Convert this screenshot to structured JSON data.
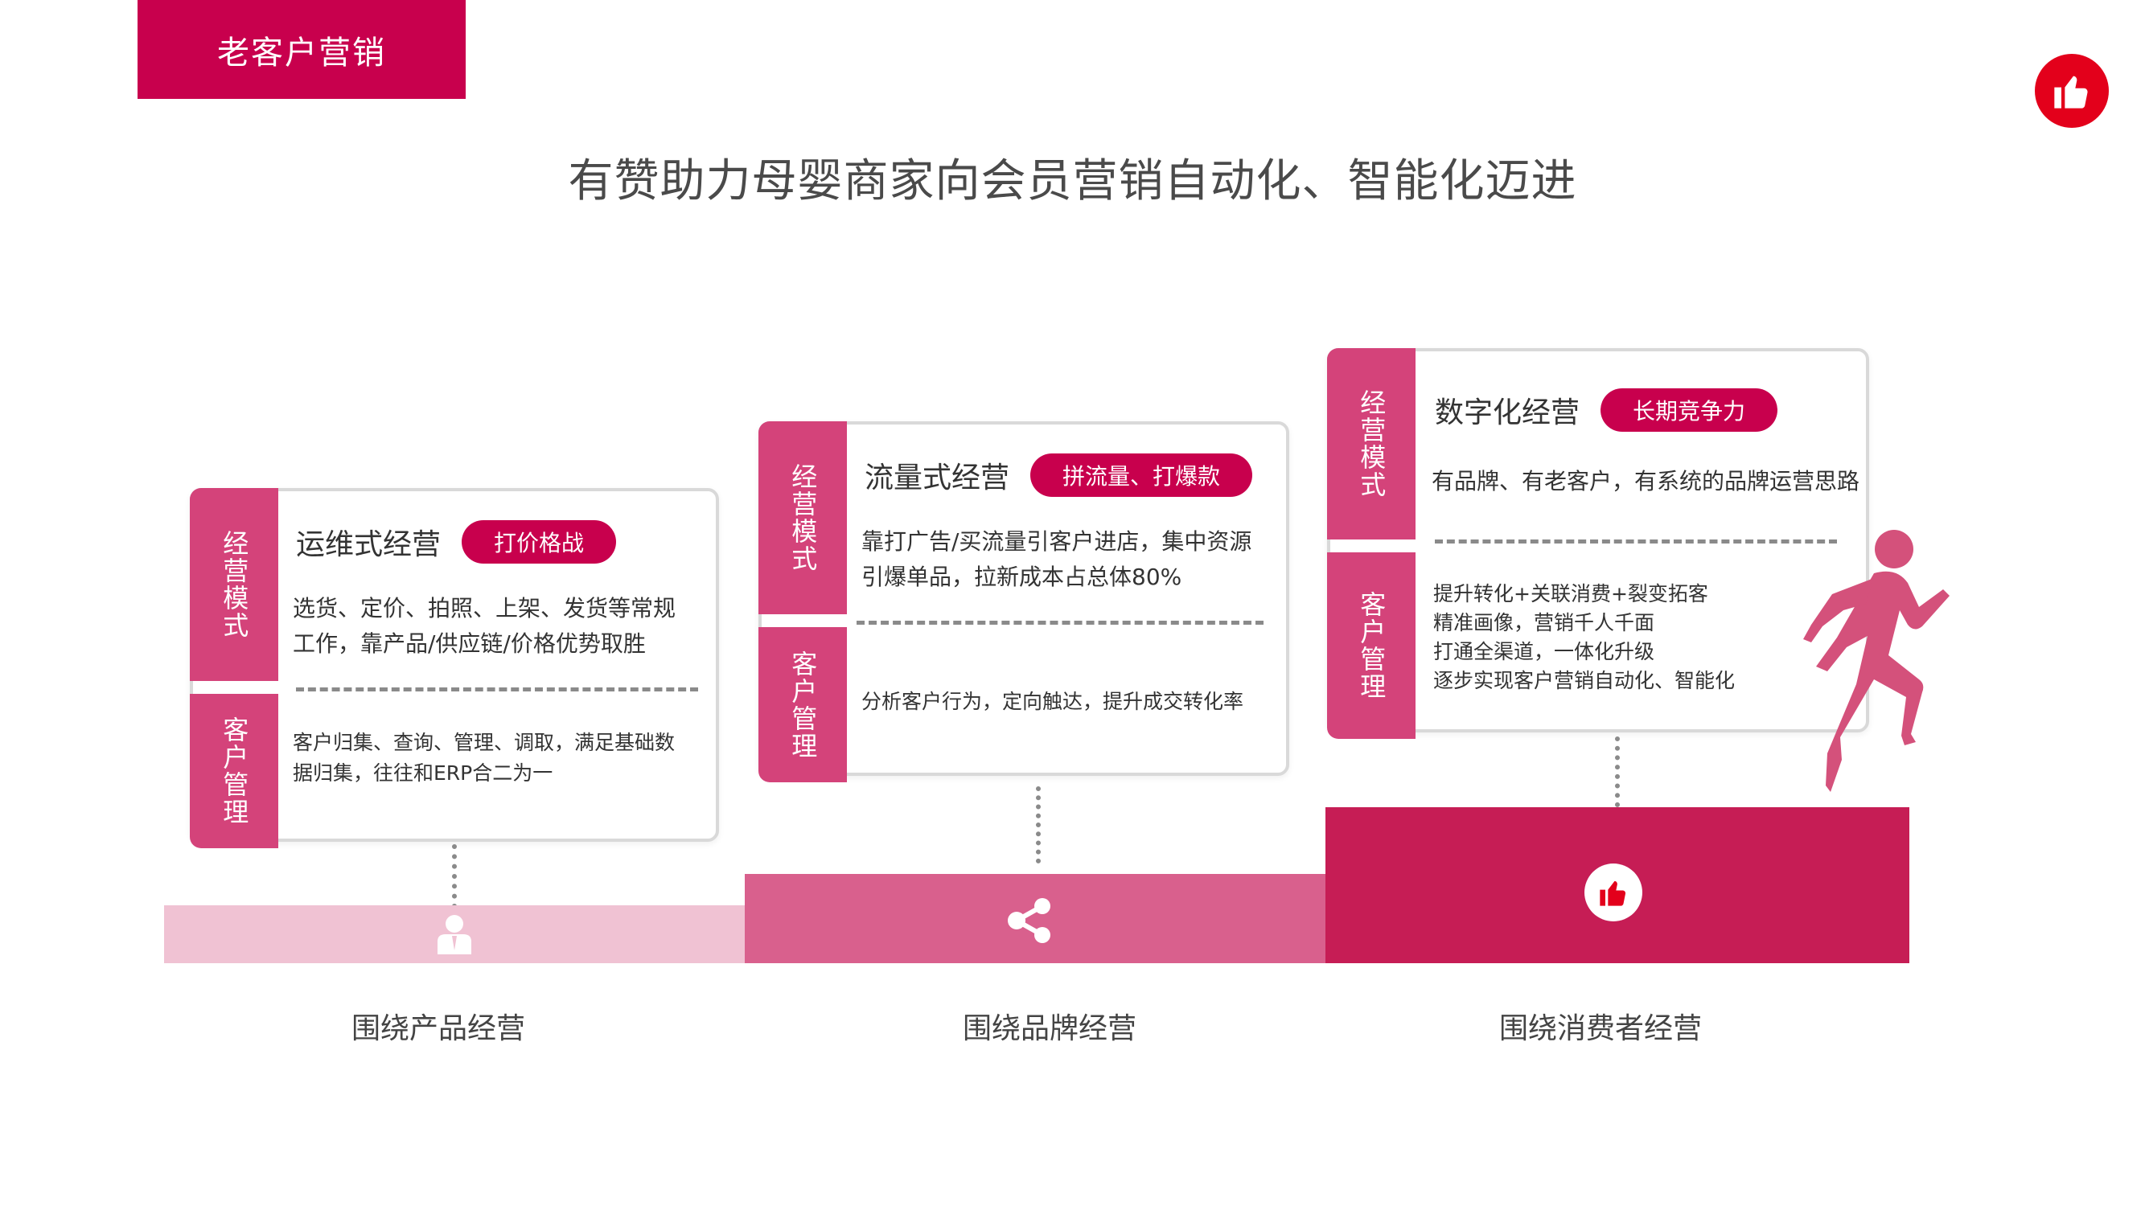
{
  "header": {
    "tag": "老客户营销"
  },
  "title": "有赞助力母婴商家向会员营销自动化、智能化迈进",
  "labels": {
    "mode": "经营模式",
    "customer": "客户管理"
  },
  "stages": [
    {
      "model_name": "运维式经营",
      "badge": "打价格战",
      "model_desc": [
        "选货、定价、拍照、上架、发货等常规",
        "工作，靠产品/供应链/价格优势取胜"
      ],
      "customer_desc": [
        "客户归集、查询、管理、调取，满足基础数",
        "据归集，往往和ERP合二为一"
      ],
      "caption": "围绕产品经营",
      "icon": "user-icon"
    },
    {
      "model_name": "流量式经营",
      "badge": "拼流量、打爆款",
      "model_desc": [
        "靠打广告/买流量引客户进店，集中资源",
        "引爆单品，拉新成本占总体80%"
      ],
      "customer_desc": [
        "分析客户行为，定向触达，提升成交转化率"
      ],
      "caption": "围绕品牌经营",
      "icon": "share-icon"
    },
    {
      "model_name": "数字化经营",
      "badge": "长期竞争力",
      "model_desc": [
        "有品牌、有老客户，有系统的品牌运营思路"
      ],
      "customer_desc": [
        "提升转化+关联消费+裂变拓客",
        "精准画像，营销千人千面",
        "打通全渠道，一体化升级",
        "逐步实现客户营销自动化、智能化"
      ],
      "caption": "围绕消费者经营",
      "icon": "thumbs-up-icon"
    }
  ],
  "colors": {
    "brand": "#c8004d",
    "band1": "#f0c2d3",
    "band2": "#d9608d",
    "band3": "#c61d55",
    "side": "#d4437a"
  },
  "decorations": {
    "runner": "runner-silhouette"
  }
}
